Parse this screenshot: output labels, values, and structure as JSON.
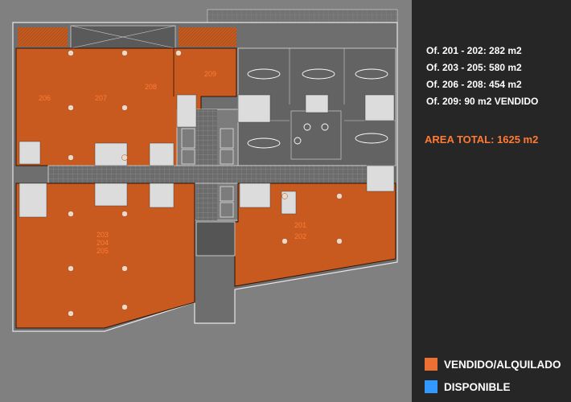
{
  "colors": {
    "sold": "#c85a1f",
    "available": "#3399ff",
    "orange_text": "#ff7a33",
    "panel_bg": "#262626"
  },
  "units": {
    "u206": "206",
    "u207": "207",
    "u208": "208",
    "u209": "209",
    "u203": "203",
    "u204": "204",
    "u205": "205",
    "u201": "201",
    "u202": "202"
  },
  "sidebar": {
    "areas": [
      "Of. 201 - 202:  282 m2",
      "Of. 203 - 205:  580 m2",
      "Of. 206 - 208:  454 m2",
      "Of. 209:  90 m2 VENDIDO"
    ],
    "total": "AREA TOTAL: 1625 m2",
    "legend": [
      {
        "label": "VENDIDO/ALQUILADO",
        "color": "#ec6f33"
      },
      {
        "label": "DISPONIBLE",
        "color": "#3399ff"
      }
    ]
  }
}
